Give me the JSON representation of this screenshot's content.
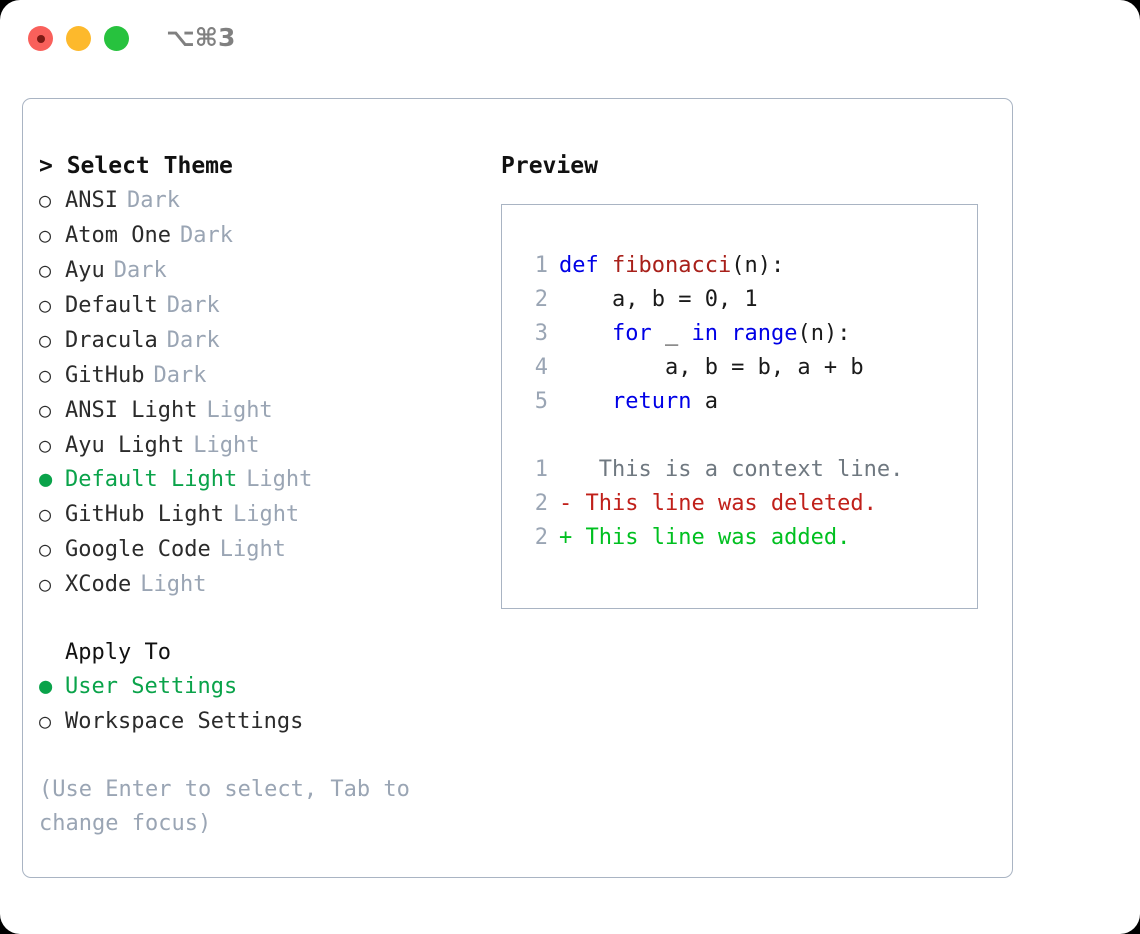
{
  "window": {
    "shortcut": "⌥⌘3",
    "traffic_lights": [
      {
        "name": "close",
        "color": "#f9605b"
      },
      {
        "name": "minimize",
        "color": "#fdb92c"
      },
      {
        "name": "maximize",
        "color": "#27c23e"
      }
    ]
  },
  "theme_picker": {
    "title": "> Select Theme",
    "selected_marker": "●",
    "unselected_marker": "○",
    "accent_color": "#0aa34a",
    "muted_color": "#9aa5b4",
    "options": [
      {
        "label": "ANSI",
        "category": "Dark",
        "selected": false
      },
      {
        "label": "Atom One",
        "category": "Dark",
        "selected": false
      },
      {
        "label": "Ayu",
        "category": "Dark",
        "selected": false
      },
      {
        "label": "Default",
        "category": "Dark",
        "selected": false
      },
      {
        "label": "Dracula",
        "category": "Dark",
        "selected": false
      },
      {
        "label": "GitHub",
        "category": "Dark",
        "selected": false
      },
      {
        "label": "ANSI Light",
        "category": "Light",
        "selected": false
      },
      {
        "label": "Ayu Light",
        "category": "Light",
        "selected": false
      },
      {
        "label": "Default Light",
        "category": "Light",
        "selected": true
      },
      {
        "label": "GitHub Light",
        "category": "Light",
        "selected": false
      },
      {
        "label": "Google Code",
        "category": "Light",
        "selected": false
      },
      {
        "label": "XCode",
        "category": "Light",
        "selected": false
      }
    ]
  },
  "apply_to": {
    "title": "Apply To",
    "options": [
      {
        "label": "User Settings",
        "selected": true
      },
      {
        "label": "Workspace Settings",
        "selected": false
      }
    ]
  },
  "hint": "(Use Enter to select, Tab to change focus)",
  "preview": {
    "title": "Preview",
    "code_lines": [
      {
        "number": "1",
        "tokens": [
          {
            "text": "def ",
            "type": "kw"
          },
          {
            "text": "fibonacci",
            "type": "fn"
          },
          {
            "text": "(n):",
            "type": "plain"
          }
        ]
      },
      {
        "number": "2",
        "tokens": [
          {
            "text": "    a, b = 0, 1",
            "type": "plain"
          }
        ]
      },
      {
        "number": "3",
        "tokens": [
          {
            "text": "    ",
            "type": "plain"
          },
          {
            "text": "for",
            "type": "kw"
          },
          {
            "text": " _ ",
            "type": "plain"
          },
          {
            "text": "in",
            "type": "kw"
          },
          {
            "text": " ",
            "type": "plain"
          },
          {
            "text": "range",
            "type": "kw"
          },
          {
            "text": "(n):",
            "type": "plain"
          }
        ]
      },
      {
        "number": "4",
        "tokens": [
          {
            "text": "        a, b = b, a + b",
            "type": "plain"
          }
        ]
      },
      {
        "number": "5",
        "tokens": [
          {
            "text": "    ",
            "type": "plain"
          },
          {
            "text": "return",
            "type": "kw"
          },
          {
            "text": " a",
            "type": "plain"
          }
        ]
      }
    ],
    "diff_lines": [
      {
        "number": "1",
        "marker": " ",
        "text": "  This is a context line.",
        "type": "ctx"
      },
      {
        "number": "2",
        "marker": "-",
        "text": " This line was deleted.",
        "type": "del"
      },
      {
        "number": "2",
        "marker": "+",
        "text": " This line was added.",
        "type": "add"
      }
    ]
  }
}
